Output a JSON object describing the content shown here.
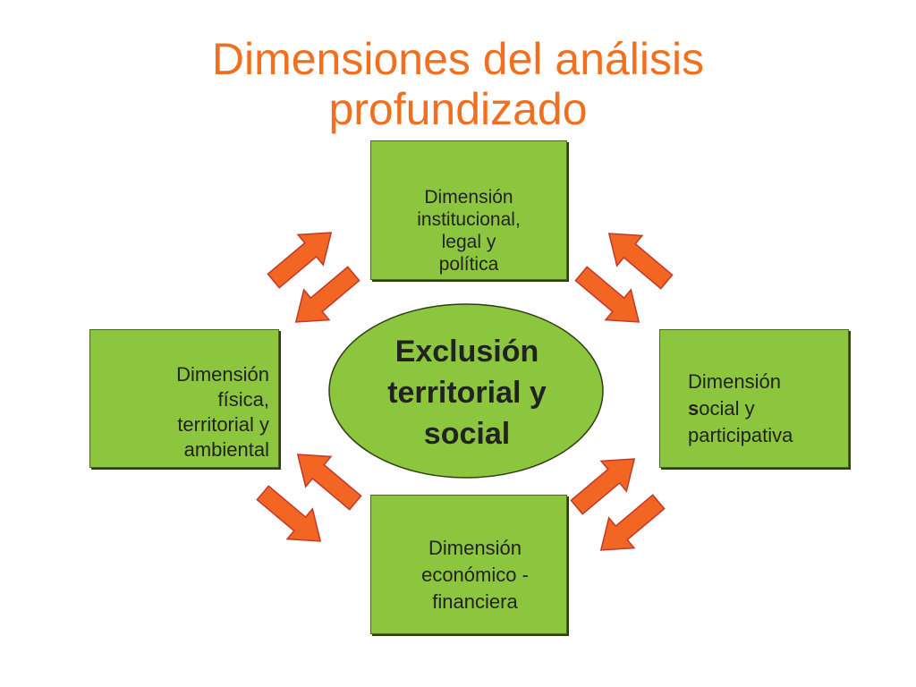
{
  "title": {
    "line1": "Dimensiones del análisis",
    "line2": "profundizado"
  },
  "center": {
    "line1": "Exclusión",
    "line2": "territorial y",
    "line3": "social"
  },
  "boxes": {
    "top": {
      "line1": "Dimensión",
      "line2": "institucional,",
      "line3": "legal y",
      "line4": "política"
    },
    "left": {
      "line1": "Dimensión",
      "line2": "física,",
      "line3": "territorial y",
      "line4": "ambiental"
    },
    "right": {
      "line1": "Dimensión",
      "line2_bold": "s",
      "line2_rest": "ocial y",
      "line3": "participativa"
    },
    "bottom": {
      "line1": "Dimensión",
      "line2": "económico -",
      "line3": "financiera"
    }
  },
  "colors": {
    "title": "#f07020",
    "box_fill": "#8cc63f",
    "ellipse_fill": "#8cc63f",
    "arrow_fill": "#f26522",
    "arrow_stroke": "#c0392b"
  }
}
